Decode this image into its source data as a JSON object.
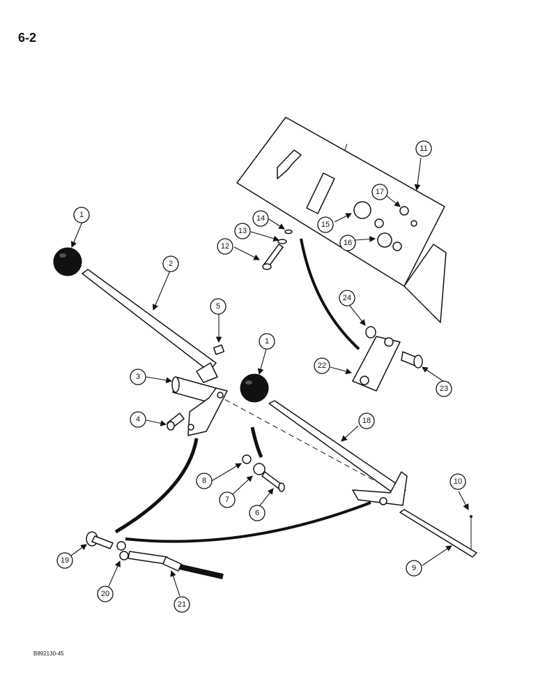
{
  "page": {
    "number": "6-2",
    "figure_code": "B892130-45"
  },
  "callouts": [
    "1",
    "2",
    "3",
    "4",
    "5",
    "1",
    "6",
    "7",
    "8",
    "9",
    "10",
    "11",
    "12",
    "13",
    "14",
    "15",
    "16",
    "17",
    "18",
    "19",
    "20",
    "21",
    "22",
    "23",
    "24"
  ]
}
